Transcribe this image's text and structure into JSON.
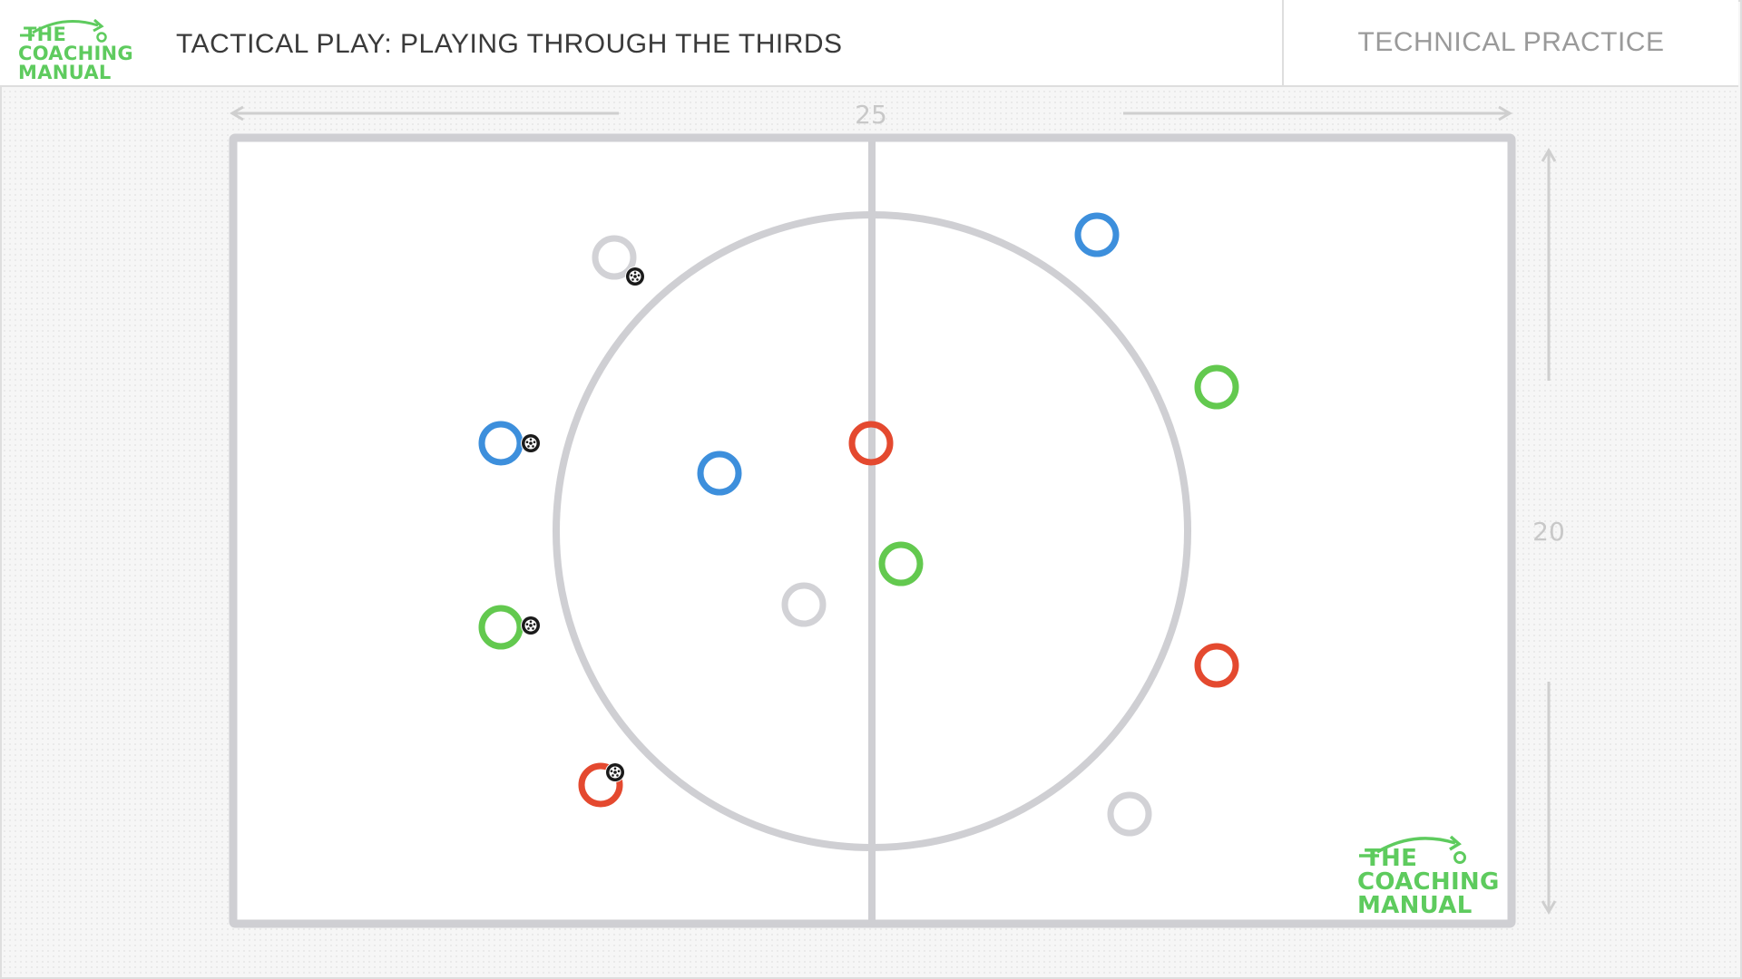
{
  "header": {
    "logo": {
      "line1": "THE",
      "line2": "COACHING",
      "line3": "MANUAL"
    },
    "title": "TACTICAL PLAY: PLAYING THROUGH THE THIRDS",
    "category": "TECHNICAL PRACTICE"
  },
  "pitch": {
    "width_label": "25",
    "height_label": "20",
    "watermark": {
      "line1": "THE",
      "line2": "COACHING",
      "line3": "MANUAL"
    }
  },
  "team_colors": {
    "grey": "#d2d2d6",
    "blue": "#3d8fdc",
    "green": "#63c94f",
    "red": "#e4492f"
  },
  "line_color": "#cfcfd3",
  "ball_icon": "football-icon",
  "players": [
    {
      "team": "grey",
      "has_ball": true
    },
    {
      "team": "blue",
      "has_ball": true
    },
    {
      "team": "blue",
      "has_ball": false
    },
    {
      "team": "red",
      "has_ball": false
    },
    {
      "team": "green",
      "has_ball": false
    },
    {
      "team": "grey",
      "has_ball": false
    },
    {
      "team": "green",
      "has_ball": true
    },
    {
      "team": "red",
      "has_ball": true
    },
    {
      "team": "blue",
      "has_ball": false
    },
    {
      "team": "green",
      "has_ball": false
    },
    {
      "team": "red",
      "has_ball": false
    },
    {
      "team": "grey",
      "has_ball": false
    }
  ]
}
